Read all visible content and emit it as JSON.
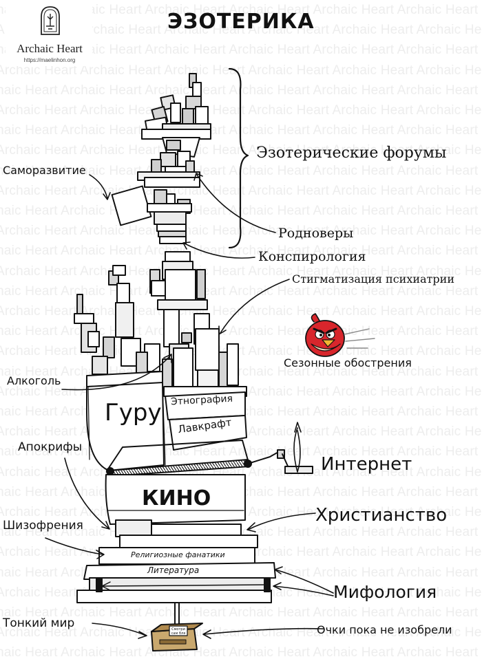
{
  "title": "ЭЗОТЕРИКА",
  "logo": {
    "name": "Archaic Heart",
    "url": "https://maelinhon.org"
  },
  "watermark": "Archaic Heart",
  "labels": {
    "forums": "Эзотерические форумы",
    "self_development": "Саморазвитие",
    "rodnovery": "Родноверы",
    "conspiracy": "Конспирология",
    "psychiatry": "Стигматизация психиатрии",
    "seasonal": "Сезонные обострения",
    "alcohol": "Алкоголь",
    "guru": "Гуру",
    "ethnography": "Этнография",
    "lovecraft": "Лавкрафт",
    "apocrypha": "Апокрифы",
    "internet": "Интернет",
    "cinema": "КИНО",
    "christianity": "Христианство",
    "schizophrenia": "Шизофрения",
    "fanatics": "Религиозные фанатики",
    "literature": "Литература",
    "mythology": "Мифология",
    "subtle_world": "Тонкий мир",
    "glasses": "Очки пока не изобрели",
    "box_text": "Смотри сам бля"
  },
  "colors": {
    "ink": "#111111",
    "watermark": "#ededed",
    "bird_red": "#d8262c",
    "box_brown": "#b08a4e"
  }
}
